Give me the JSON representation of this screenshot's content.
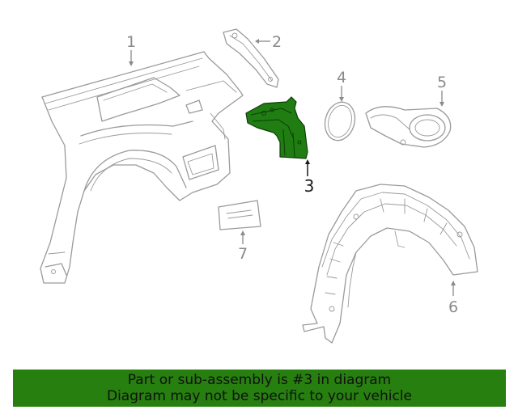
{
  "callouts": {
    "c1": "1",
    "c2": "2",
    "c3": "3",
    "c4": "4",
    "c5": "5",
    "c6": "6",
    "c7": "7"
  },
  "highlight": {
    "part_number": "3",
    "color": "#267f0f"
  },
  "banner": {
    "line1": "Part or sub-assembly is #3 in diagram",
    "line2": "Diagram may not be specific to your vehicle",
    "background": "#267f0f"
  }
}
